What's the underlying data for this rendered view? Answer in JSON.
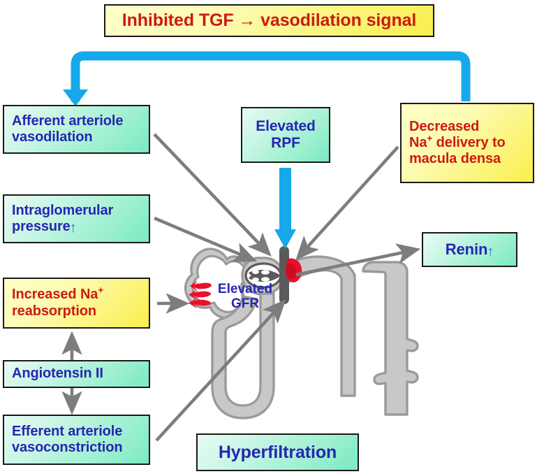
{
  "title": {
    "text_prefix": "Inhibited TGF",
    "arrow": "→",
    "text_suffix": "vasodilation signal",
    "full": "Inhibited TGF → vasodilation signal",
    "bg": "#fbf064",
    "color": "#cc1b10"
  },
  "palette": {
    "teal_box_fill": "#9ef0d0",
    "yellow_box_fill": "#fbf265",
    "blue_text": "#2626b0",
    "red_text": "#cc1b10",
    "cyan_arrow": "#16a8ea",
    "gray_arrow": "#7d7d7d",
    "nephron_fill": "#c8c8c8",
    "nephron_stroke": "#9a9a9a",
    "macula_densa_red": "#e8102a",
    "arteriole_dark": "#5a5a5a",
    "box_border": "#1a1a14"
  },
  "boxes": {
    "afferent": {
      "line1": "Afferent arteriole",
      "line2": "vasodilation",
      "style": "teal"
    },
    "intraglomerular": {
      "line1": "Intraglomerular",
      "line2": "pressure",
      "arrow_up": "↑",
      "style": "teal"
    },
    "increased_na": {
      "line1_a": "Increased Na",
      "line1_sup": "+",
      "line2": "reabsorption",
      "style": "yellow"
    },
    "angiotensin": {
      "line1": "Angiotensin II",
      "style": "teal"
    },
    "efferent": {
      "line1": "Efferent arteriole",
      "line2": "vasoconstriction",
      "style": "teal"
    },
    "elevated_rpf": {
      "line1": "Elevated",
      "line2": "RPF",
      "style": "teal"
    },
    "decreased_na": {
      "line1": "Decreased",
      "line2_a": "Na",
      "line2_sup": "+",
      "line2_b": " delivery to",
      "line3": "macula densa",
      "style": "yellow"
    },
    "renin": {
      "line1": "Renin",
      "arrow_up": "↑",
      "style": "teal"
    },
    "hyperfiltration": {
      "line1": "Hyperfiltration",
      "style": "teal"
    }
  },
  "nephron_labels": {
    "elevated_gfr_line1": "Elevated",
    "elevated_gfr_line2": "GFR"
  },
  "connectors": {
    "bracket": "inhibited-tgf-distribution-bracket",
    "rpf_down": "elevated-rpf-to-glomerulus",
    "afferent_to_glom": "afferent-vasodilation-to-glomerulus",
    "intraglom_to_glom": "intraglomerular-pressure-to-glomerulus",
    "na_to_tubule": "increased-na-reabsorption-to-tubule",
    "angiotensin_up": "angiotensin-to-increased-na",
    "angiotensin_down": "angiotensin-to-efferent",
    "efferent_to_glom": "efferent-vasoconstriction-to-glomerulus",
    "macula_to_glom": "decreased-na-delivery-to-macula-densa",
    "glom_to_renin": "juxtaglomerular-to-renin"
  }
}
